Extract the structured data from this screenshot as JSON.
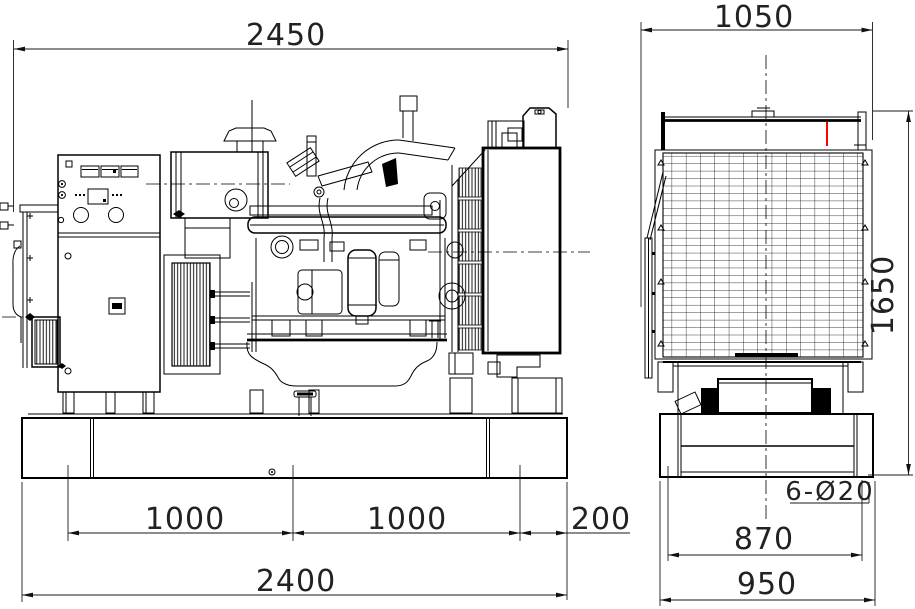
{
  "dimensions": {
    "overall_length": "2450",
    "overall_width": "1050",
    "overall_height": "1650",
    "mount_pitch_front": "1000",
    "mount_pitch_rear": "1000",
    "mount_end_offset": "200",
    "base_length": "2400",
    "bolt_hole_pitch": "870",
    "base_width": "950",
    "mounting_holes_note": "6-Ø20"
  },
  "colors": {
    "line": "#000000",
    "dimension_text": "#222222",
    "highlight_mark": "#ff0000",
    "background": "#ffffff"
  }
}
